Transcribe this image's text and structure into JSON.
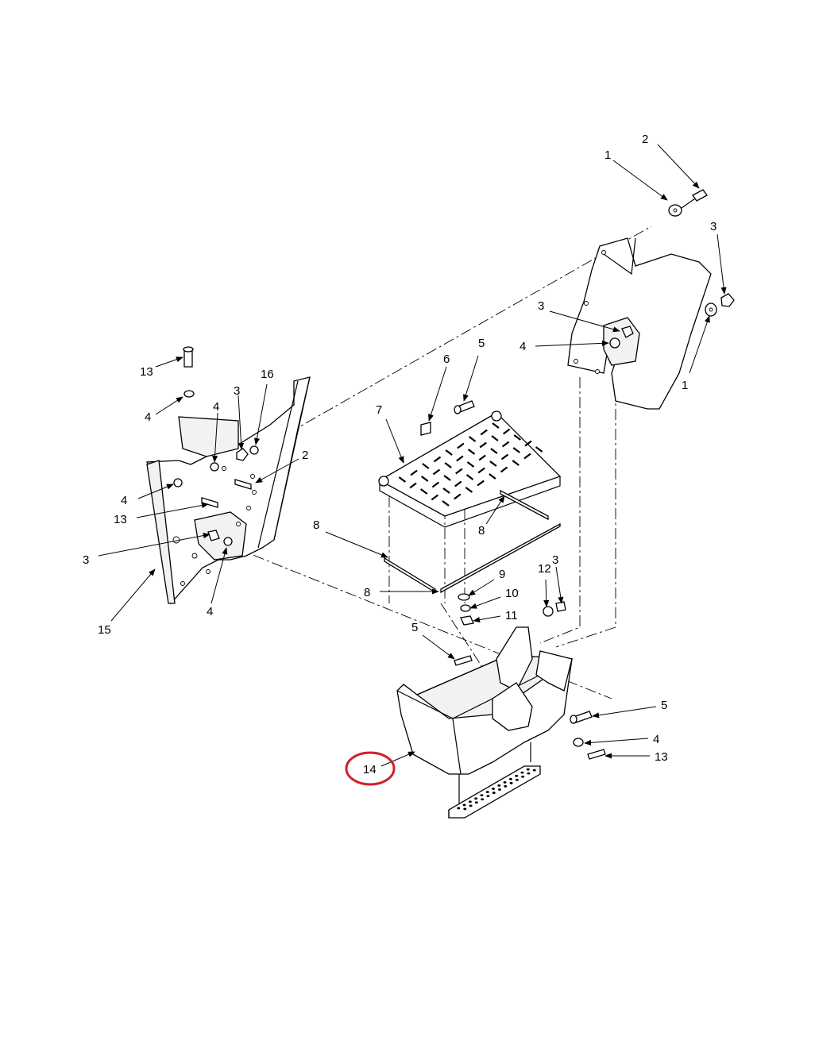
{
  "callouts": {
    "c1a": "1",
    "c2a": "2",
    "c3a": "3",
    "c3b": "3",
    "c4a": "4",
    "c1b": "1",
    "c5a": "5",
    "c6": "6",
    "c7": "7",
    "c13a": "13",
    "c4b": "4",
    "c16": "16",
    "c3c": "3",
    "c4c": "4",
    "c2b": "2",
    "c4d": "4",
    "c13b": "13",
    "c3d": "3",
    "c4e": "4",
    "c15": "15",
    "c8a": "8",
    "c8b": "8",
    "c8c": "8",
    "c9": "9",
    "c10": "10",
    "c11": "11",
    "c12": "12",
    "c3e": "3",
    "c5b": "5",
    "c5c": "5",
    "c4f": "4",
    "c13c": "13",
    "c14": "14"
  },
  "highlight": {
    "item": "14",
    "color": "#d0202a"
  }
}
